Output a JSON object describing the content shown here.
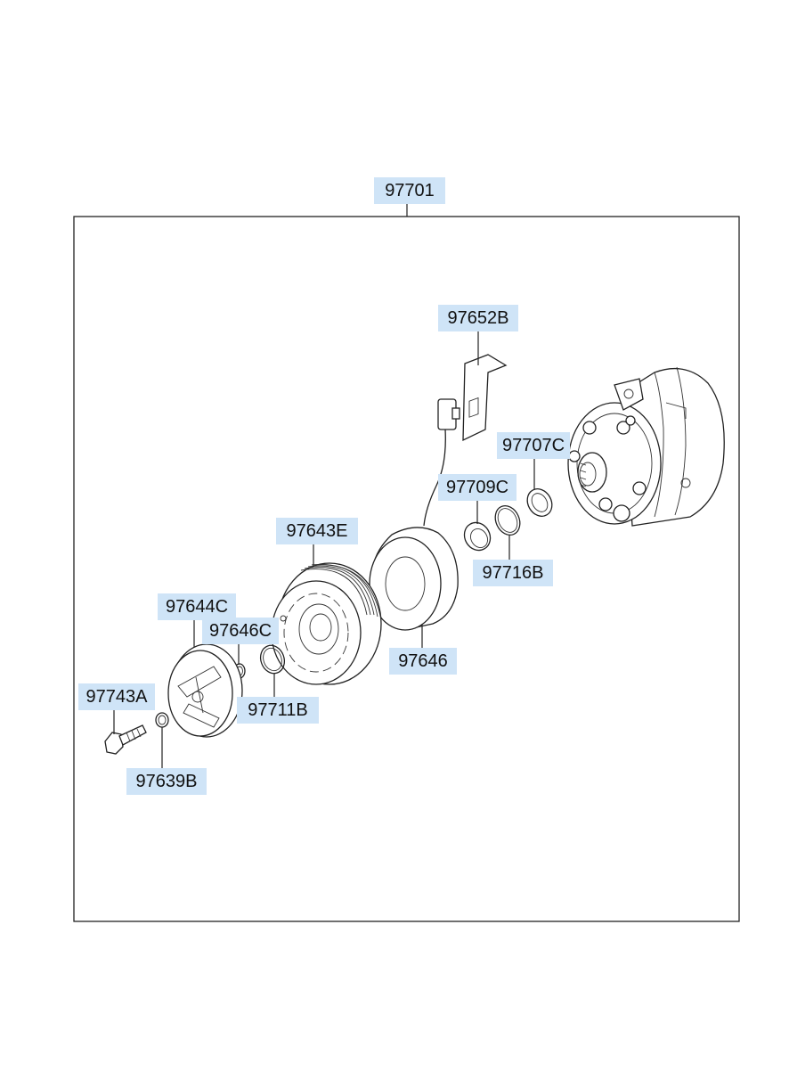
{
  "diagram": {
    "assembly_label": "97701",
    "callouts": {
      "bracket": "97652B",
      "valve_cap": "97707C",
      "seal_ring_a": "97709C",
      "seal_ring_b": "97716B",
      "pulley": "97643E",
      "coil": "97646",
      "hub": "97644C",
      "shim": "97646C",
      "snap_ring": "97711B",
      "bolt": "97743A",
      "washer": "97639B"
    }
  },
  "colors": {
    "label_bg": "#cfe4f7",
    "line": "#222222",
    "background": "#ffffff"
  }
}
